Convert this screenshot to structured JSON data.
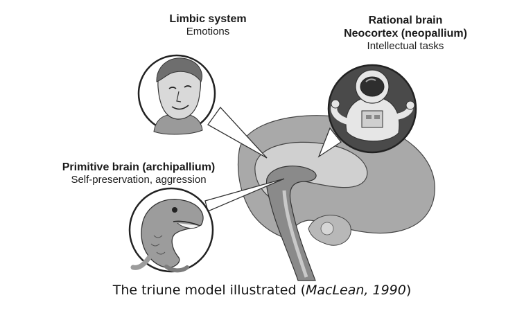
{
  "labels": {
    "limbic": {
      "title": "Limbic system",
      "subtitle": "Emotions"
    },
    "rational": {
      "title_line1": "Rational brain",
      "title_line2": "Neocortex (neopallium)",
      "subtitle": "Intellectual tasks"
    },
    "primitive": {
      "title": "Primitive brain (archipallium)",
      "subtitle": "Self-preservation, aggression"
    }
  },
  "caption": {
    "text": "The triune model illustrated (",
    "citation": "MacLean, 1990",
    "close": ")"
  },
  "icons": [
    "human-face-icon",
    "astronaut-icon",
    "lizard-icon",
    "brain-cross-section-icon"
  ],
  "colors": {
    "neocortex": "#a9a9a9",
    "limbic": "#d0d0d0",
    "brainstem": "#8a8a8a",
    "outline": "#333333",
    "circle_fill": "#ffffff",
    "astronaut_bg": "#4a4a4a"
  }
}
